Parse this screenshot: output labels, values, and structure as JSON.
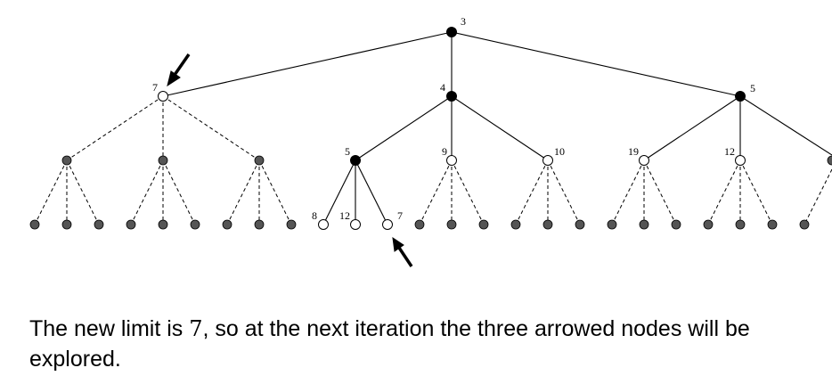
{
  "tree": {
    "root": {
      "label": "3"
    },
    "level1": [
      {
        "label": "7",
        "fill": "open",
        "arrow": true
      },
      {
        "label": "4",
        "fill": "solid"
      },
      {
        "label": "5",
        "fill": "solid"
      }
    ],
    "level2": [
      {
        "label": "5",
        "fill": "solid"
      },
      {
        "label": "9",
        "fill": "open"
      },
      {
        "label": "10",
        "fill": "open"
      },
      {
        "label": "19",
        "fill": "open"
      },
      {
        "label": "12",
        "fill": "open"
      }
    ],
    "level3_labeled": [
      {
        "label": "8",
        "fill": "open"
      },
      {
        "label": "12",
        "fill": "open"
      },
      {
        "label": "7",
        "fill": "open",
        "arrow": true
      }
    ],
    "colors": {
      "solid": "#000000",
      "unexplored": "#555555",
      "open": "#ffffff"
    }
  },
  "caption": {
    "before": "The new limit is ",
    "limit": "7",
    "after": ", so at the next iteration the three arrowed nodes will be explored."
  }
}
